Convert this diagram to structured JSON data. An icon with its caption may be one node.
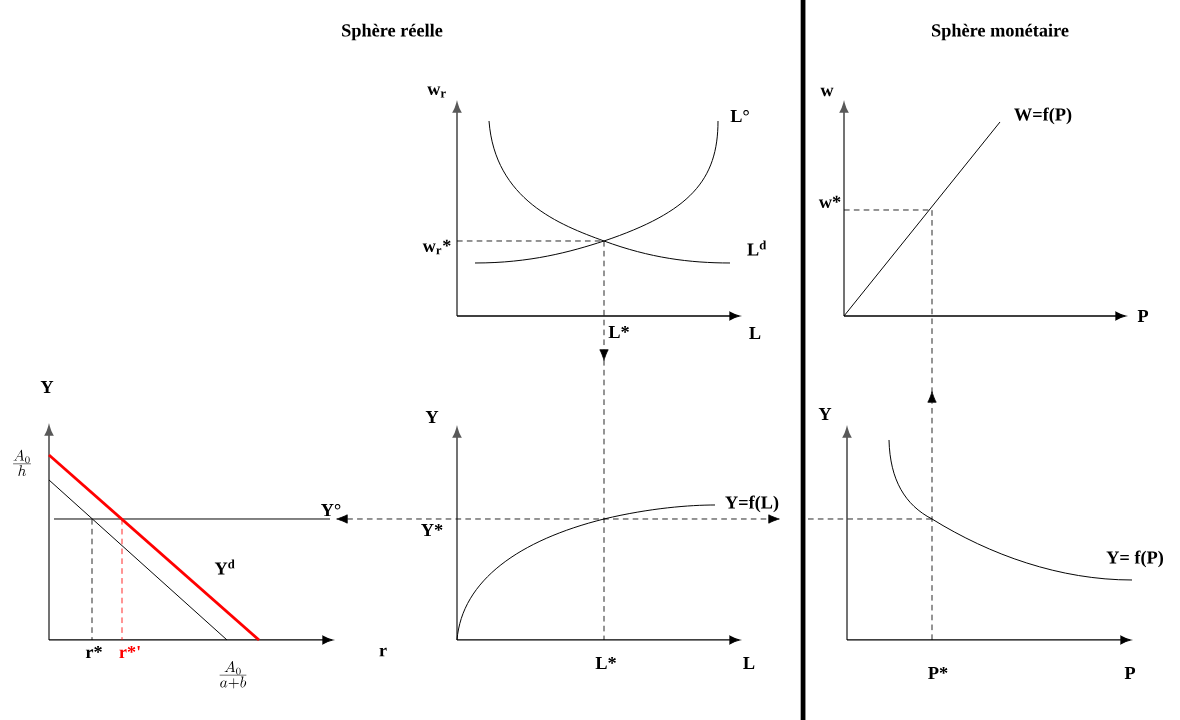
{
  "diagram": {
    "labels": [
      "Sphère réelle",
      "Sphère monétaire",
      "w$_{r}$",
      "L°",
      "w$_{r}$*",
      "L$^{d}$",
      "L*",
      "L",
      "w",
      "W=f(P)",
      "w*",
      "P",
      "Y",
      "Y",
      "Y",
      "\\frac{A_0}{h}",
      "Y°",
      "Y*",
      "Y=f(L)",
      "Y$^{d}$",
      "Y= f(P)",
      "r*",
      "r*'",
      "r",
      "\\frac{A_0}{a+b}",
      "L*",
      "L",
      "P*",
      "P"
    ]
  }
}
